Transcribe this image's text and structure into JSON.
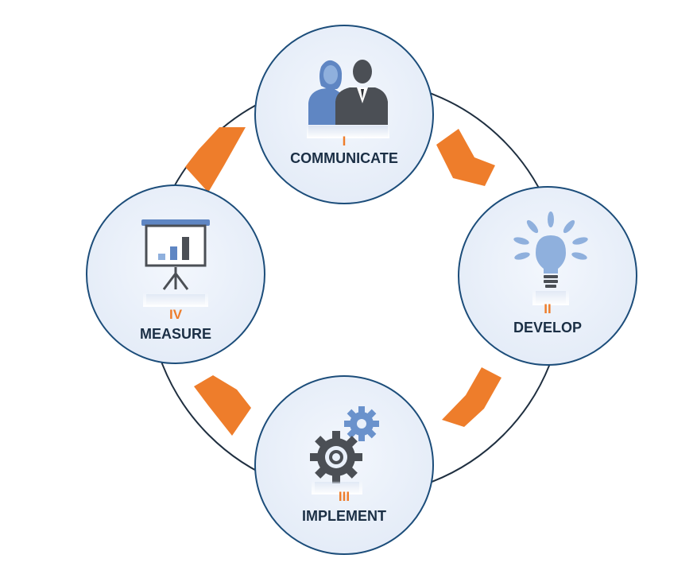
{
  "colors": {
    "circle_fill": "#e9f0fa",
    "circle_stroke": "#1c4d7a",
    "ring_stroke": "#1f2f40",
    "arrow": "#ee7d2b",
    "numeral": "#ee7d2b",
    "label": "#1b2f45",
    "icon_blue": "#5f86c3",
    "icon_light_blue": "#8fb0dd",
    "icon_dark": "#4b4f55"
  },
  "steps": [
    {
      "numeral": "I",
      "label": "COMMUNICATE",
      "icon": "people-icon"
    },
    {
      "numeral": "II",
      "label": "DEVELOP",
      "icon": "lightbulb-icon"
    },
    {
      "numeral": "III",
      "label": "IMPLEMENT",
      "icon": "gears-icon"
    },
    {
      "numeral": "IV",
      "label": "MEASURE",
      "icon": "presentation-board-icon"
    }
  ]
}
